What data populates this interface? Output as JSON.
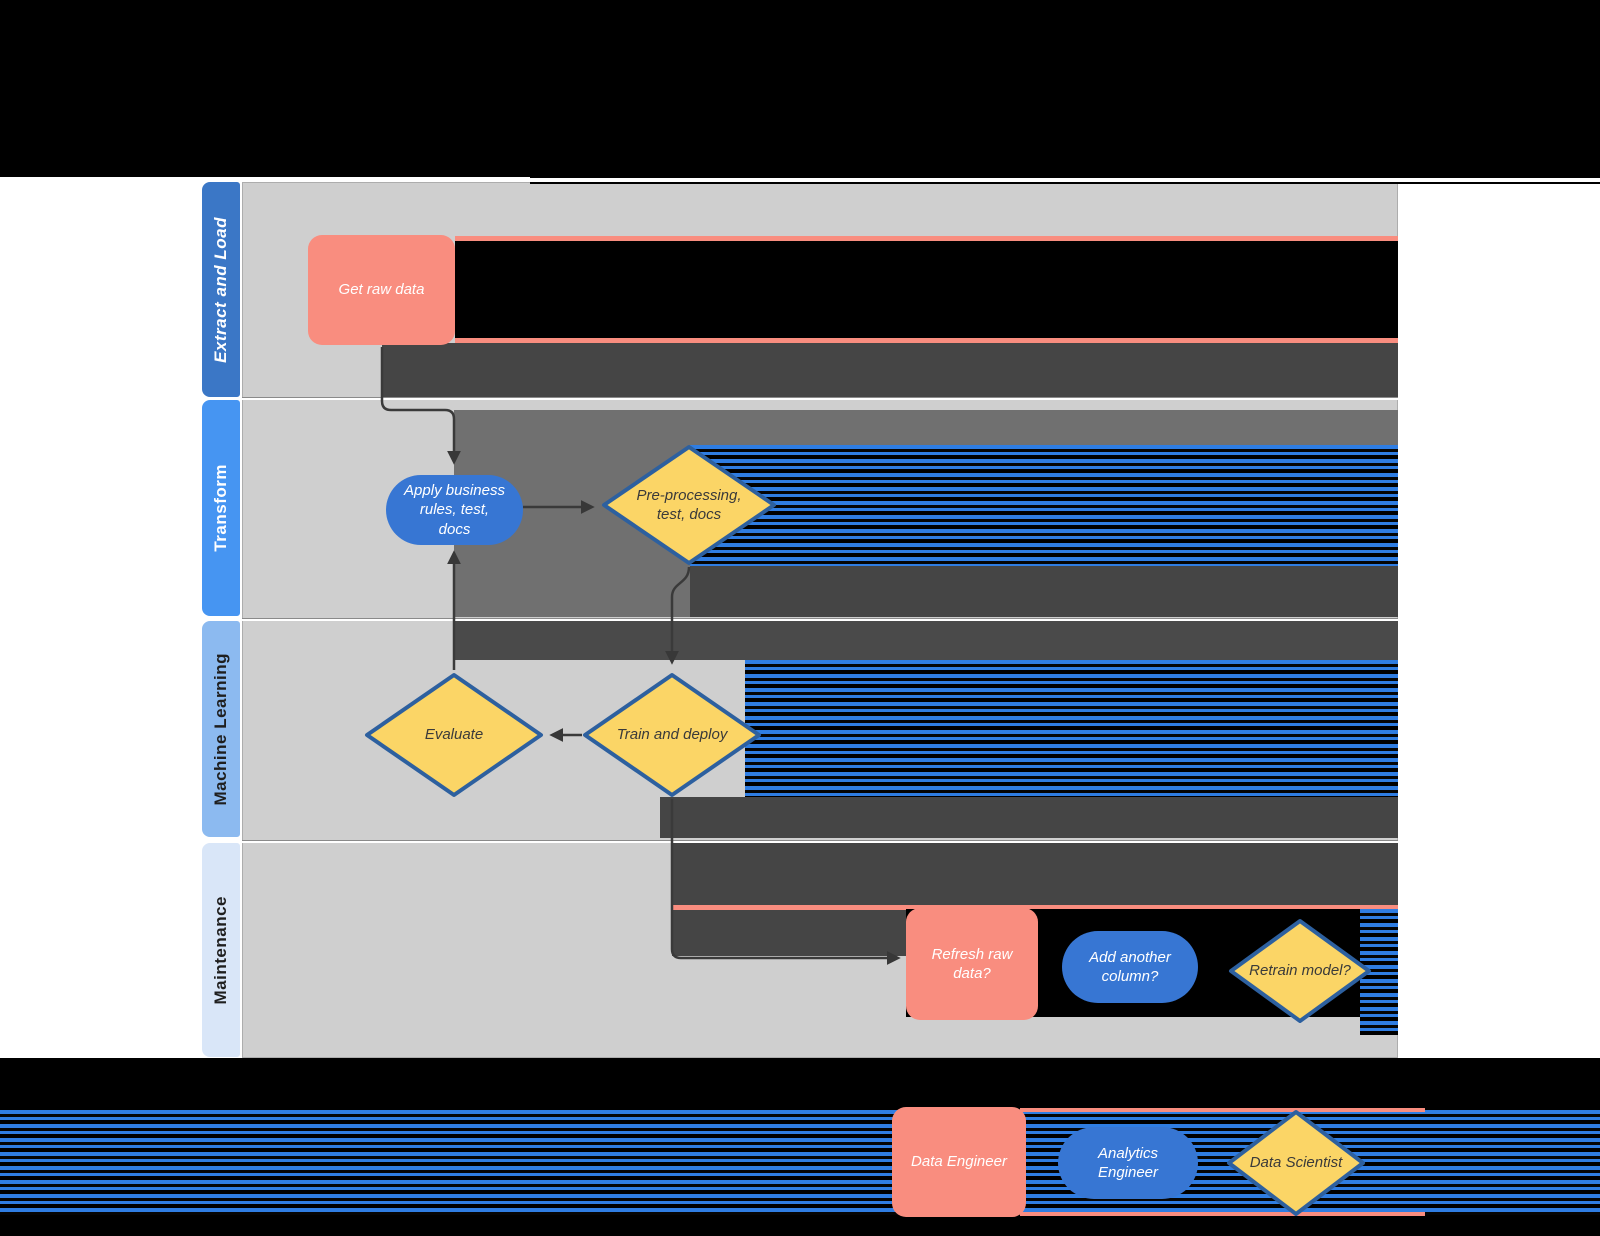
{
  "diagram": {
    "title_hint": "ELT / machine-learning pipeline swimlane flowchart",
    "lanes": [
      {
        "label": "Extract and Load"
      },
      {
        "label": "Transform"
      },
      {
        "label": "Machine Learning"
      },
      {
        "label": "Maintenance"
      }
    ],
    "nodes": {
      "get_raw_data": "Get raw data",
      "apply_business_rules": "Apply business rules, test, docs",
      "preprocessing": "Pre-processing, test, docs",
      "evaluate": "Evaluate",
      "train_deploy": "Train and deploy",
      "refresh_raw_data": "Refresh raw data?",
      "add_column": "Add another column?",
      "retrain_model": "Retrain model?"
    },
    "legend": {
      "data_engineer": "Data Engineer",
      "analytics_engineer": "Analytics Engineer",
      "data_scientist": "Data Scientist"
    }
  },
  "colors": {
    "salmon": "#f98d7f",
    "node_blue": "#3776d3",
    "diamond_fill": "#fbd566",
    "diamond_stroke": "#2d609f",
    "lane_extract": "#3b77c6",
    "lane_transform": "#4695f2",
    "lane_ml": "#8cbaf0",
    "lane_maintenance": "#d9e6f8",
    "lane_body": "#cfcfcf",
    "band_dark": "#454545",
    "band_medium": "#707070",
    "stripe_blue": "#2f7de2",
    "connector": "#3a3a3a",
    "text_light": "#ffffff",
    "text_dark": "#3a3a3a"
  }
}
